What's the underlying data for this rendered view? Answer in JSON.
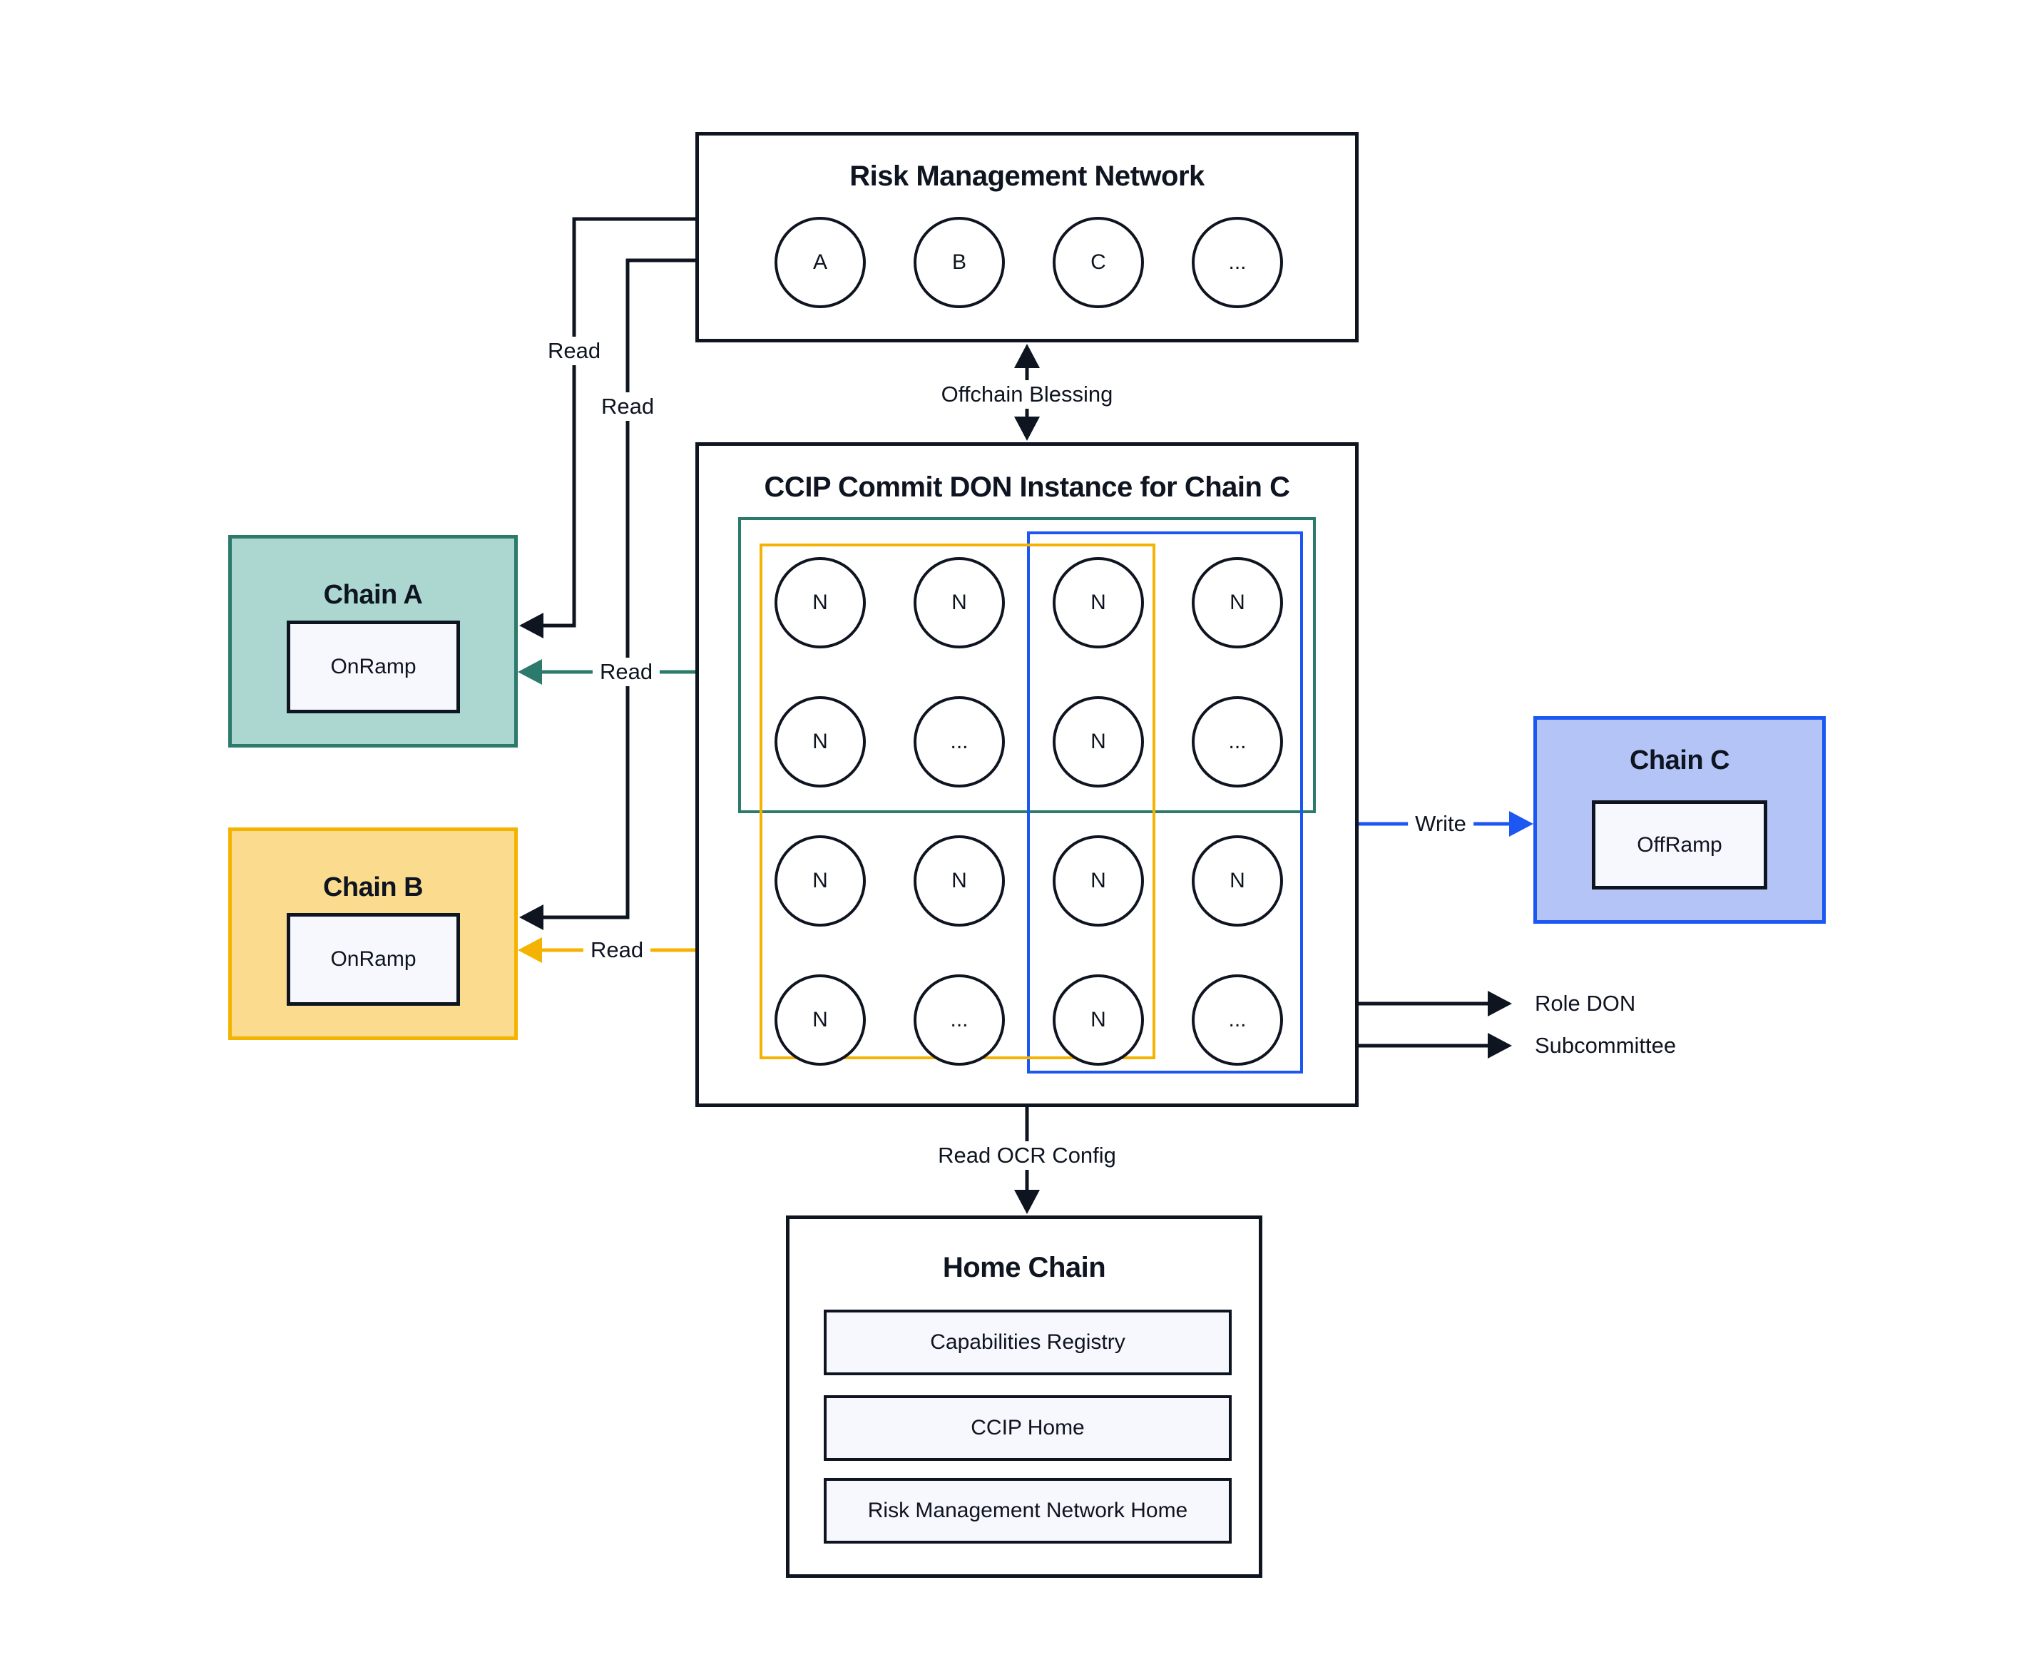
{
  "colors": {
    "ink": "#0e1420",
    "teal_border": "#2b7a6c",
    "teal_fill": "#abd7d0",
    "yellow_border": "#f5b301",
    "yellow_fill": "#fbdb8e",
    "blue_border": "#1c57f2",
    "blue_fill": "#b5c4f6",
    "panel_fill": "#f7f8fd"
  },
  "rmn": {
    "title": "Risk Management Network",
    "nodes": [
      "A",
      "B",
      "C",
      "..."
    ]
  },
  "ccip": {
    "title": "CCIP Commit DON Instance for Chain C",
    "nodes": [
      "N",
      "N",
      "N",
      "N",
      "N",
      "...",
      "N",
      "...",
      "N",
      "N",
      "N",
      "N",
      "N",
      "...",
      "N",
      "..."
    ]
  },
  "chain_a": {
    "title": "Chain A",
    "ramp": "OnRamp"
  },
  "chain_b": {
    "title": "Chain B",
    "ramp": "OnRamp"
  },
  "chain_c": {
    "title": "Chain C",
    "ramp": "OffRamp"
  },
  "home": {
    "title": "Home Chain",
    "items": [
      "Capabilities Registry",
      "CCIP Home",
      "Risk Management Network Home"
    ]
  },
  "labels": {
    "offchain_blessing": "Offchain Blessing",
    "read": "Read",
    "write": "Write",
    "role_don": "Role DON",
    "subcommittee": "Subcommittee",
    "read_ocr": "Read OCR Config"
  }
}
